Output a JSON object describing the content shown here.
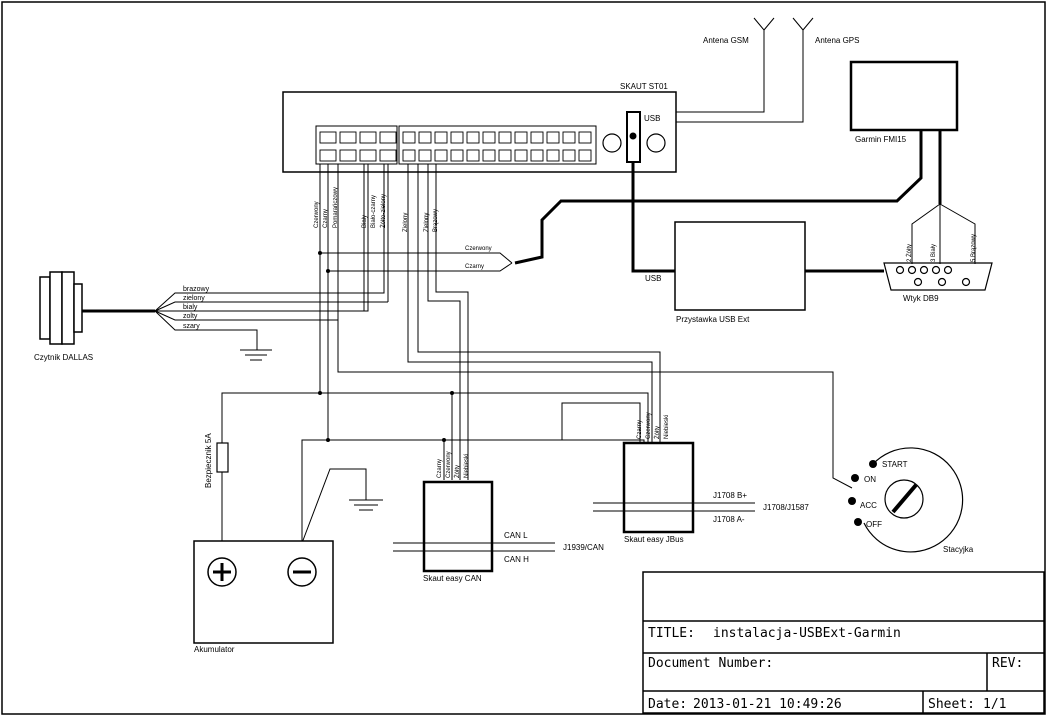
{
  "skaut": {
    "title": "SKAUT ST01",
    "usb": "USB",
    "wires_left": [
      "Czerwony",
      "Czarny",
      "Pomarańczowy",
      "Biały",
      "Biało-czarny",
      "Żółto-zielony"
    ],
    "wires_mid": [
      "Zielony",
      "Zielony",
      "Brązowy"
    ]
  },
  "antennas": {
    "gsm": "Antena GSM",
    "gps": "Antena GPS"
  },
  "garmin": {
    "label": "Garmin FMI15"
  },
  "usbext": {
    "label": "Przystawka USB Ext",
    "usb": "USB"
  },
  "db9": {
    "label": "Wtyk DB9",
    "pins": [
      "2 Żółty",
      "3 Biały",
      "5 Brązowy"
    ]
  },
  "dallas": {
    "label": "Czytnik DALLAS",
    "wires": [
      "brazowy",
      "zielony",
      "bialy",
      "zolty",
      "szary"
    ]
  },
  "garmin_power": {
    "red": "Czerwony",
    "black": "Czarny"
  },
  "fuse": {
    "label": "Bezpiecznik 5A"
  },
  "battery": {
    "label": "Akumulator"
  },
  "can": {
    "label": "Skaut easy CAN",
    "wires": [
      "Czarny",
      "Czerwony",
      "Żółty",
      "Niebieski"
    ],
    "line_l": "CAN L",
    "line_h": "CAN H",
    "bus": "J1939/CAN"
  },
  "jbus": {
    "label": "Skaut easy JBus",
    "wires": [
      "Czarny",
      "Czerwony",
      "Żółty",
      "Niebieski"
    ],
    "line_b": "J1708 B+",
    "line_a": "J1708 A-",
    "bus": "J1708/J1587"
  },
  "ignition": {
    "label": "Stacyjka",
    "positions": [
      "START",
      "ON",
      "ACC",
      "OFF"
    ]
  },
  "titleblock": {
    "title_label": "TITLE:",
    "title_value": "instalacja-USBExt-Garmin",
    "docnum_label": "Document Number:",
    "rev_label": "REV:",
    "date_label": "Date:",
    "date_value": "2013-01-21 10:49:26",
    "sheet_label": "Sheet:",
    "sheet_value": "1/1"
  }
}
